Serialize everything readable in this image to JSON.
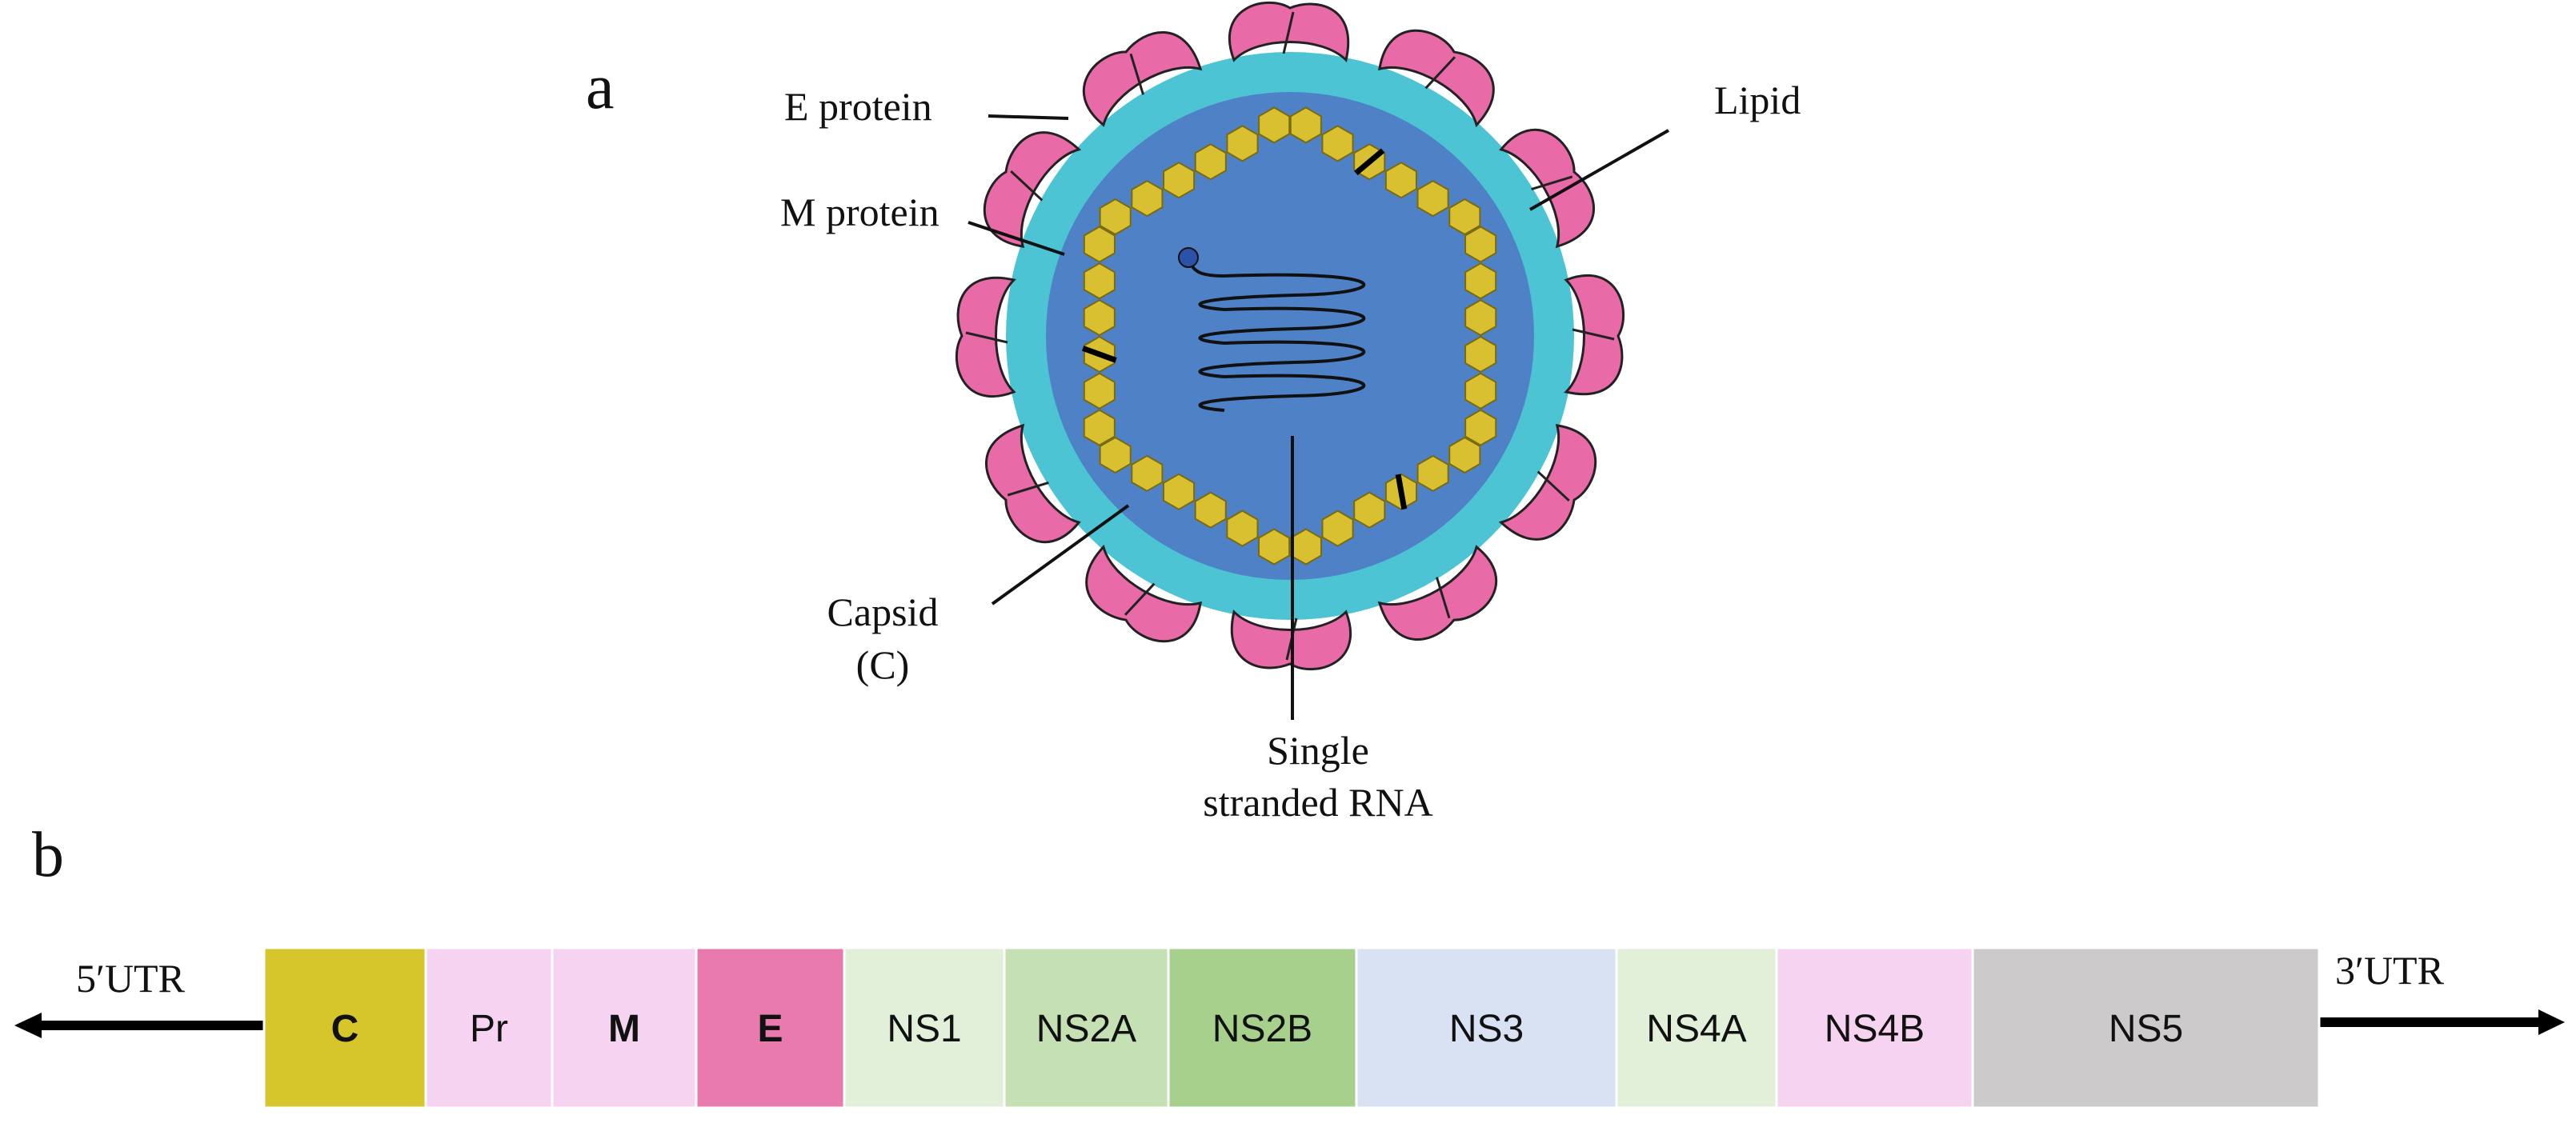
{
  "panel_a": {
    "letter": "a",
    "labels": {
      "e_protein": "E protein",
      "m_protein": "M protein",
      "lipid": "Lipid",
      "capsid_line1": "Capsid",
      "capsid_line2": "(C)",
      "rna_line1": "Single",
      "rna_line2": "stranded RNA"
    },
    "colors": {
      "core": "#4f81c7",
      "lipid_layer": "#4dc4d4",
      "capsid": "#d8c030",
      "e_protein": "#e86aa6",
      "rna": "#111111"
    }
  },
  "panel_b": {
    "letter": "b",
    "utr5": "5′UTR",
    "utr3": "3′UTR",
    "segments": [
      {
        "label": "C",
        "color": "#d6c52b",
        "bold": true
      },
      {
        "label": "Pr",
        "color": "#f6d3f0",
        "bold": false
      },
      {
        "label": "M",
        "color": "#f6d3f0",
        "bold": true
      },
      {
        "label": "E",
        "color": "#e87aad",
        "bold": true
      },
      {
        "label": "NS1",
        "color": "#e2efd9",
        "bold": false
      },
      {
        "label": "NS2A",
        "color": "#c5e0b3",
        "bold": false
      },
      {
        "label": "NS2B",
        "color": "#a8d08d",
        "bold": false
      },
      {
        "label": "NS3",
        "color": "#d9e2f3",
        "bold": false
      },
      {
        "label": "NS4A",
        "color": "#e2efd9",
        "bold": false
      },
      {
        "label": "NS4B",
        "color": "#f6d3f0",
        "bold": false
      },
      {
        "label": "NS5",
        "color": "#cccaca",
        "bold": false
      }
    ]
  }
}
